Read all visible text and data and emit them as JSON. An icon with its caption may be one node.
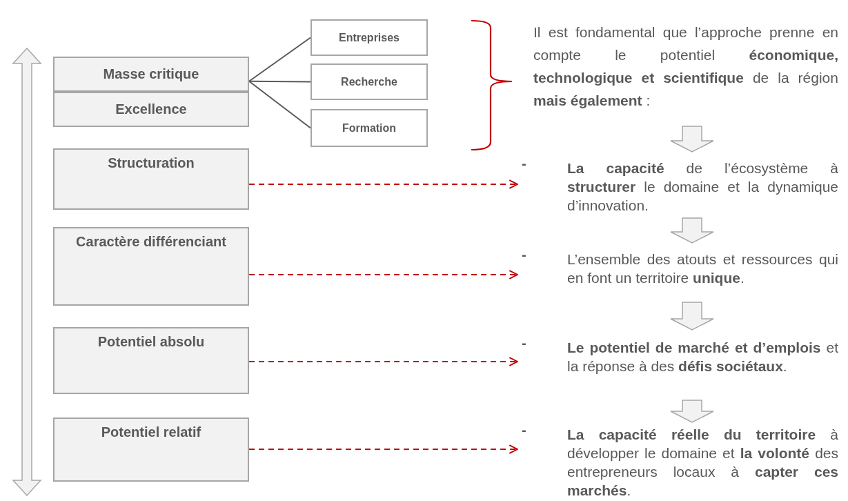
{
  "diagram": {
    "nodes": [
      {
        "text": [
          "Masse critique"
        ]
      },
      {
        "text": [
          "Excellence"
        ]
      },
      {
        "text": [
          "Entreprises"
        ]
      },
      {
        "text": [
          "Recherche"
        ]
      },
      {
        "text": [
          "Formation"
        ]
      },
      {
        "text": [
          "Structuration"
        ]
      },
      {
        "text": [
          "Caractère différenciant"
        ]
      },
      {
        "text": [
          "Potentiel absolu"
        ]
      },
      {
        "text": [
          "Potentiel relatif"
        ]
      },
      {
        "text": [
          "Il est fondamental que l’approche prenne en compte le potentiel **économique, technologique et scientifique** de la région **mais également** :"
        ]
      },
      {
        "text": [
          "**La capacité** de l’écosystème à **structurer** le domaine et la dynamique d’innovation."
        ],
        "beside": [
          "-"
        ]
      },
      {
        "text": [
          "L’ensemble des atouts et ressources qui en font un territoire **unique**."
        ],
        "beside": [
          "-"
        ]
      },
      {
        "text": [
          "**Le potentiel de marché et d’emplois** et la réponse à des **défis sociétaux**."
        ],
        "beside": [
          "-"
        ]
      },
      {
        "text": [
          "**La capacité réelle du territoire** à développer le domaine et **la volonté** des entrepreneurs locaux à **capter ces marchés**."
        ],
        "beside": [
          "-"
        ]
      }
    ],
    "edges": [
      {
        "from": 0,
        "to": 2,
        "arrow": "none",
        "color": "#595959"
      },
      {
        "from": 0,
        "to": 3,
        "arrow": "none",
        "color": "#595959"
      },
      {
        "from": 0,
        "to": 4,
        "arrow": "none",
        "color": "#595959"
      },
      {
        "from": 5,
        "to": 10,
        "arrow": "to",
        "style": "dashed",
        "color": "#c00000"
      },
      {
        "from": 6,
        "to": 11,
        "arrow": "to",
        "style": "dashed",
        "color": "#c00000"
      },
      {
        "from": 7,
        "to": 12,
        "arrow": "to",
        "style": "dashed",
        "color": "#c00000"
      },
      {
        "from": 8,
        "to": 13,
        "arrow": "to",
        "style": "dashed",
        "color": "#c00000"
      },
      {
        "from": 9,
        "to": 10,
        "arrow": "to",
        "style": "thick"
      },
      {
        "from": 10,
        "to": 11,
        "arrow": "to",
        "style": "thick"
      },
      {
        "from": 11,
        "to": 12,
        "arrow": "to",
        "style": "thick"
      },
      {
        "from": 12,
        "to": 13,
        "arrow": "to",
        "style": "thick"
      }
    ]
  }
}
